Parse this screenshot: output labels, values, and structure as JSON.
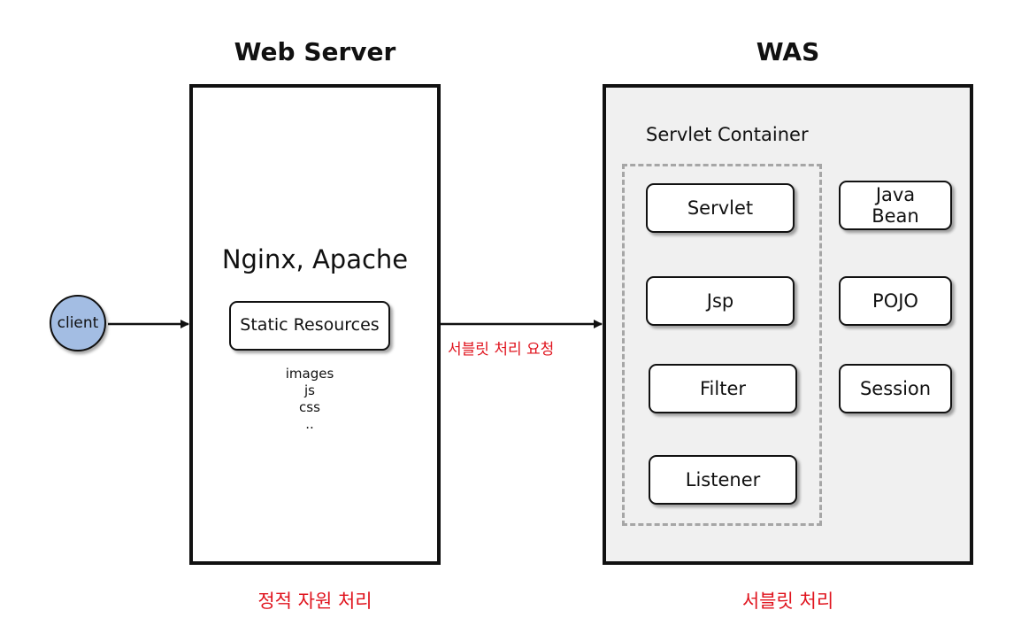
{
  "web_server": {
    "title": "Web Server",
    "software": "Nginx, Apache",
    "static_box": "Static Resources",
    "resource_items": [
      "images",
      "js",
      "css",
      ".."
    ],
    "caption": "정적 자원 처리"
  },
  "client": {
    "label": "client"
  },
  "request_label": "서블릿 처리 요청",
  "was": {
    "title": "WAS",
    "container_label": "Servlet Container",
    "container_items": [
      "Servlet",
      "Jsp",
      "Filter",
      "Listener"
    ],
    "side_items": [
      "Java\nBean",
      "POJO",
      "Session"
    ],
    "caption": "서블릿 처리"
  },
  "colors": {
    "client_fill": "#a3bde3",
    "was_fill": "#f0f0f0",
    "caption_red": "#e0141e",
    "dashed_border": "#a6a6a6"
  }
}
